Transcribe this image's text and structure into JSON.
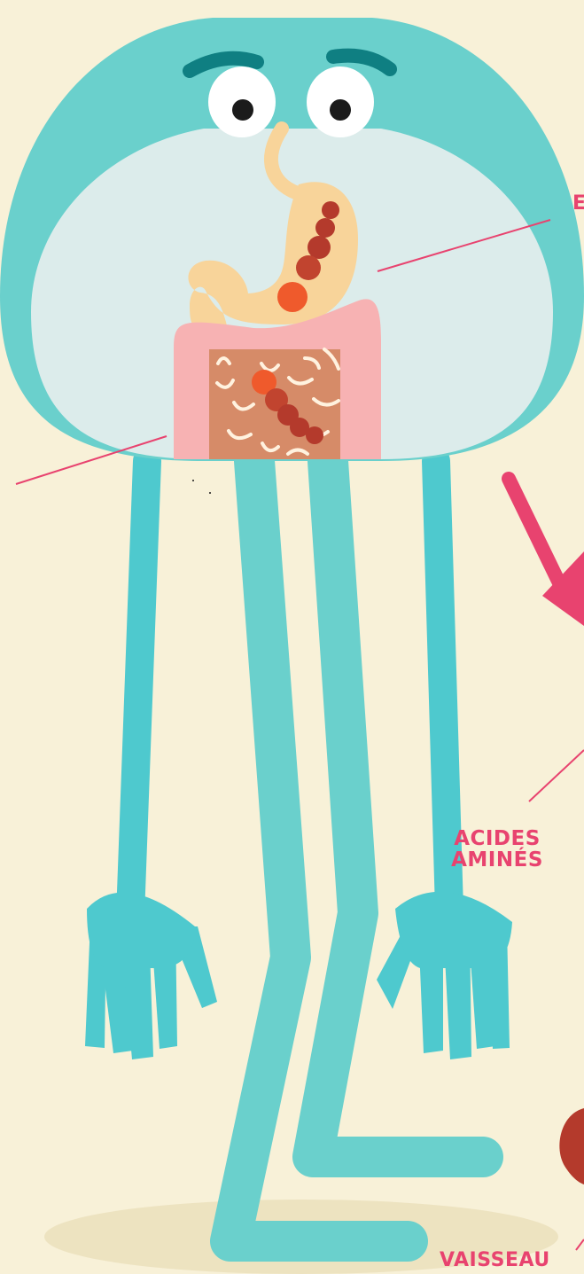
{
  "labels": {
    "stomach_label": "E",
    "amino_acids_line1": "ACIDES",
    "amino_acids_line2": "AMINÉS",
    "vessel_label": "VAISSEAU"
  },
  "colors": {
    "background": "#f8f1d8",
    "body_teal": "#6ad0cc",
    "dark_teal": "#0f7f82",
    "leg_teal": "#4ec9ce",
    "belly": "#dceceb",
    "stomach": "#f8d49a",
    "intestine_outer": "#f7b2b3",
    "intestine_inner": "#d68b68",
    "protein_orange": "#ef5a2c",
    "protein_red": "#b43a2c",
    "accent_pink": "#e8436f"
  }
}
